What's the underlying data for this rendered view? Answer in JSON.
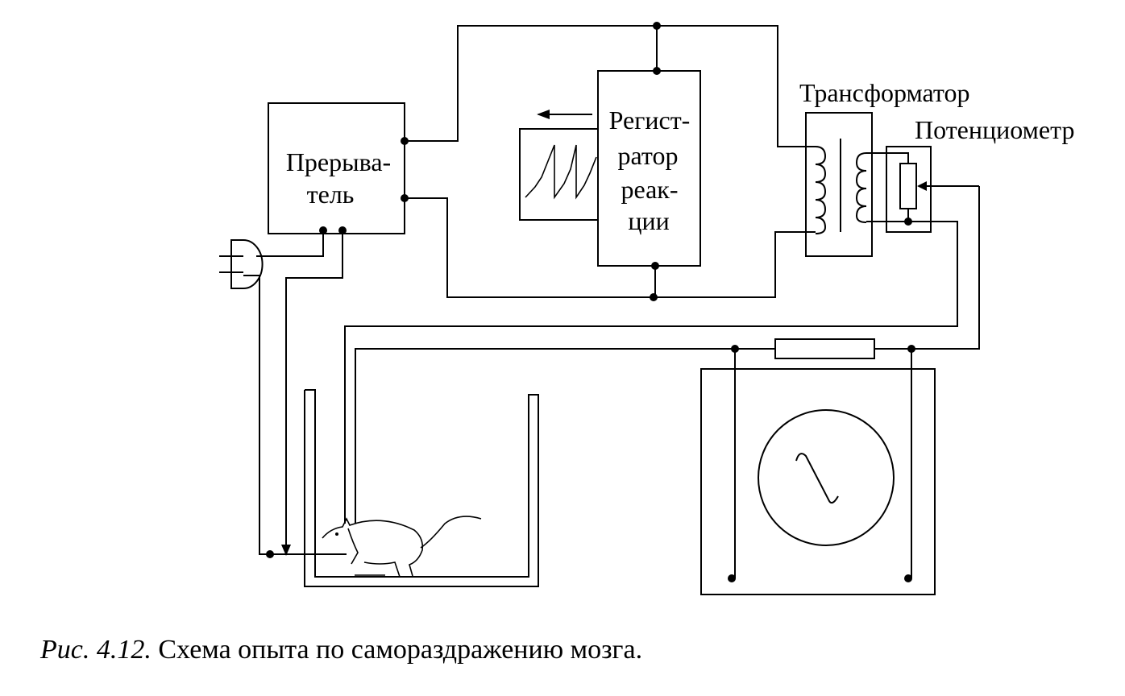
{
  "labels": {
    "interrupter_line1": "Прерыва-",
    "interrupter_line2": "тель",
    "recorder_line1": "Регист-",
    "recorder_line2": "ратор",
    "recorder_line3": "реак-",
    "recorder_line4": "ции",
    "transformer": "Трансформатор",
    "potentiometer": "Потенциометр"
  },
  "caption": {
    "figure": "Рис. 4.12.",
    "text": "Схема опыта по самораздражению мозга."
  }
}
